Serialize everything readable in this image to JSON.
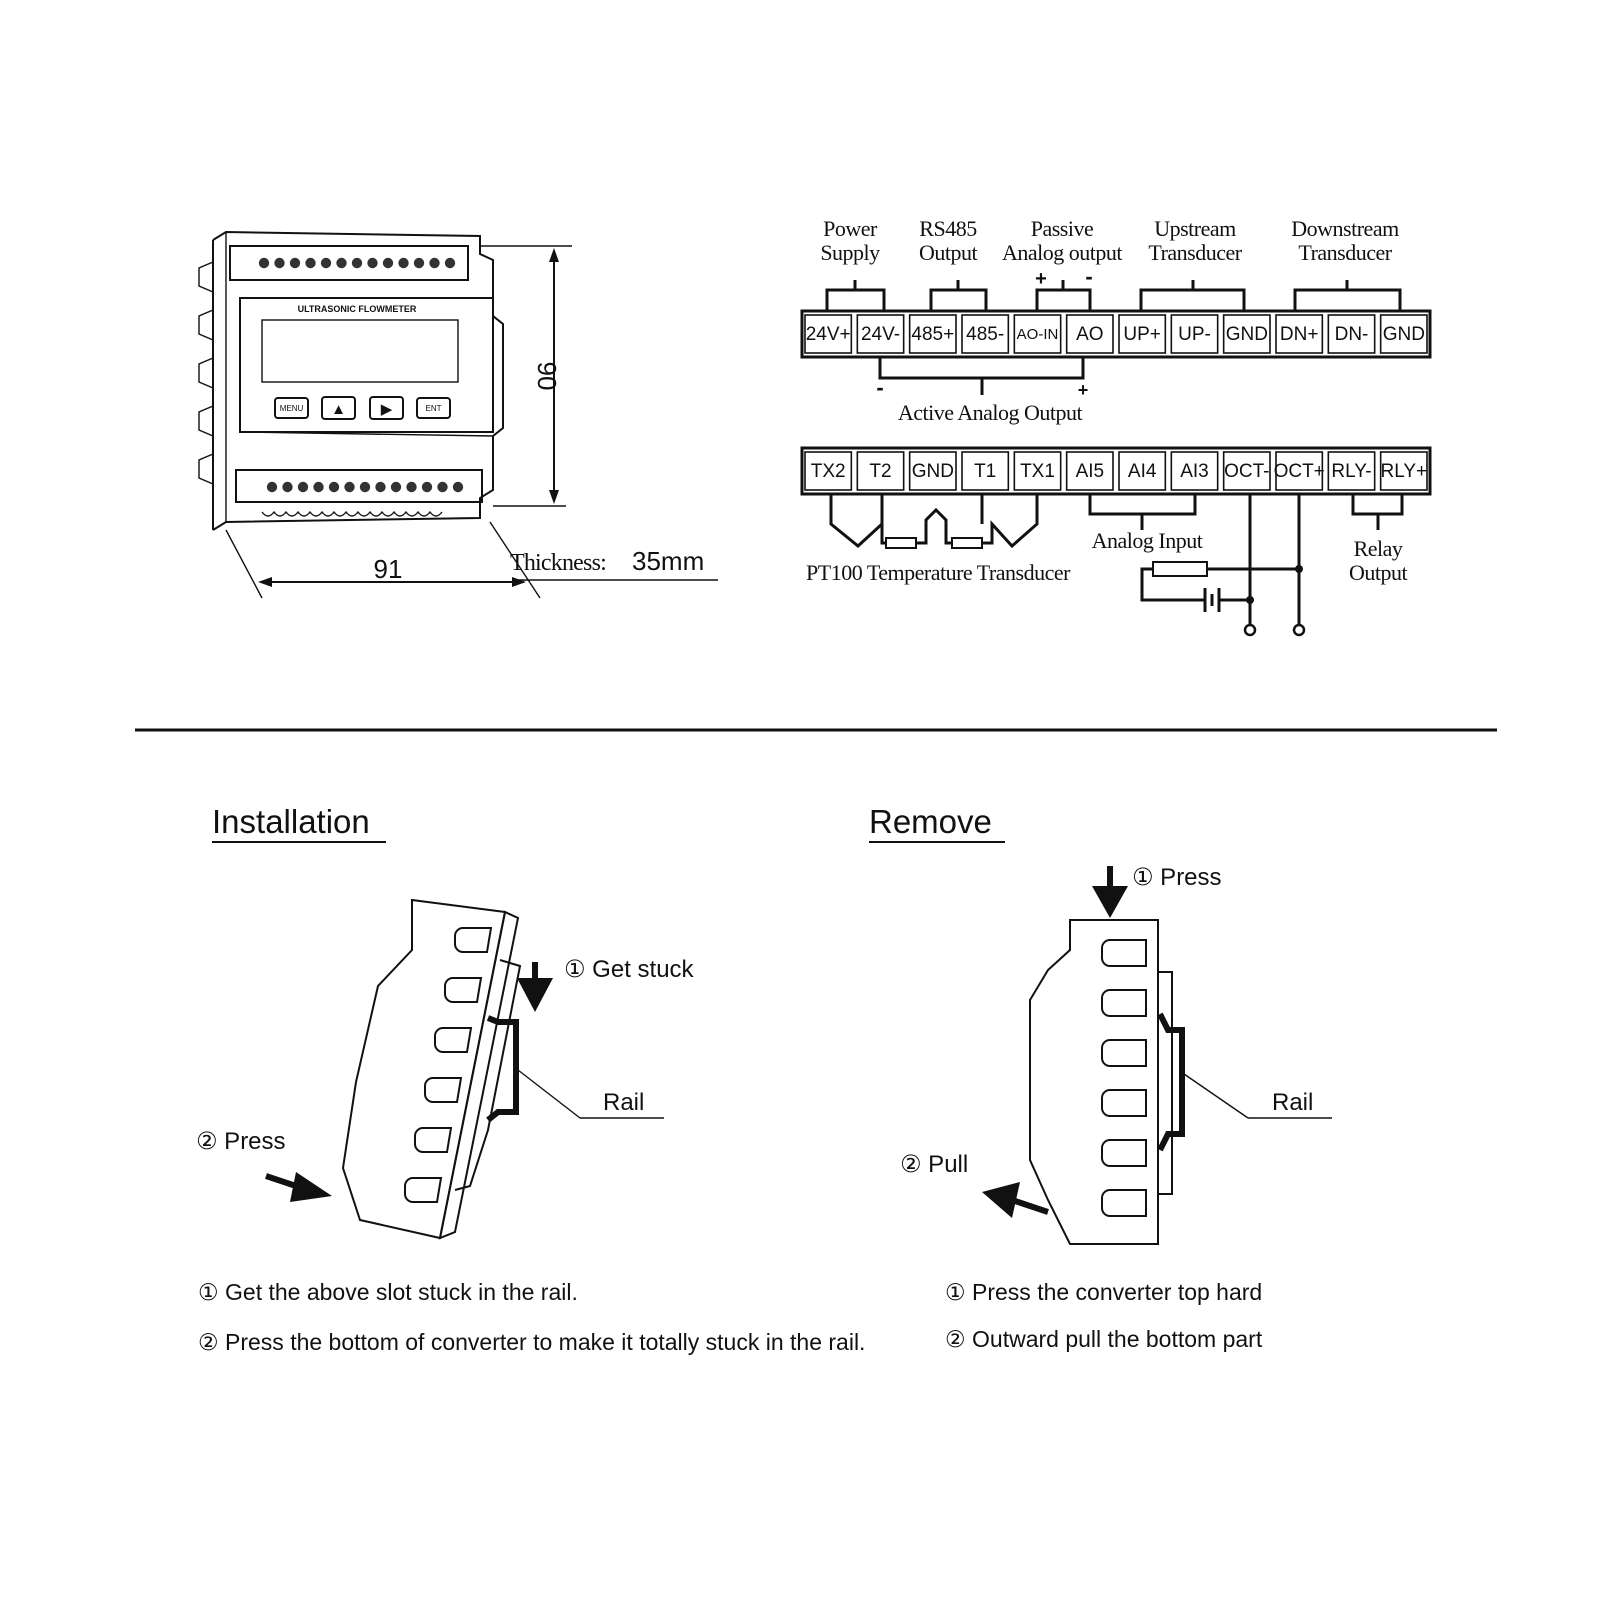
{
  "device": {
    "panel_label": "ULTRASONIC FLOWMETER",
    "buttons": [
      "MENU",
      "▲",
      "▶",
      "ENT"
    ],
    "dim_height": "90",
    "dim_width": "91",
    "thickness_label": "Thickness:",
    "thickness_value": "35mm"
  },
  "wiring": {
    "top_groups": [
      {
        "line1": "Power",
        "line2": "Supply"
      },
      {
        "line1": "RS485",
        "line2": "Output"
      },
      {
        "line1": "Passive",
        "line2": "Analog output"
      },
      {
        "line1": "Upstream",
        "line2": "Transducer"
      },
      {
        "line1": "Downstream",
        "line2": "Transducer"
      }
    ],
    "passive_plus": "+",
    "passive_minus": "-",
    "top_terminals": [
      "24V+",
      "24V-",
      "485+",
      "485-",
      "AO-IN",
      "AO",
      "UP+",
      "UP-",
      "GND",
      "DN+",
      "DN-",
      "GND"
    ],
    "active_minus": "-",
    "active_plus": "+",
    "active_label": "Active Analog Output",
    "bottom_terminals": [
      "TX2",
      "T2",
      "GND",
      "T1",
      "TX1",
      "AI5",
      "AI4",
      "AI3",
      "OCT-",
      "OCT+",
      "RLY-",
      "RLY+"
    ],
    "pt100_label": "PT100 Temperature Transducer",
    "analog_input_label": "Analog Input",
    "relay_line1": "Relay",
    "relay_line2": "Output"
  },
  "installation": {
    "heading": "Installation",
    "step1_callout": "① Get stuck",
    "rail_label": "Rail",
    "step2_callout": "② Press",
    "step1_text": "①  Get the above slot stuck in the rail.",
    "step2_text": "② Press the bottom of converter to make it totally stuck in the rail."
  },
  "remove": {
    "heading": "Remove",
    "step1_callout": "①  Press",
    "rail_label": "Rail",
    "step2_callout": "② Pull",
    "step1_text": "① Press the converter top hard",
    "step2_text": "② Outward pull the bottom part"
  },
  "colors": {
    "ink": "#111111",
    "background": "#ffffff"
  }
}
